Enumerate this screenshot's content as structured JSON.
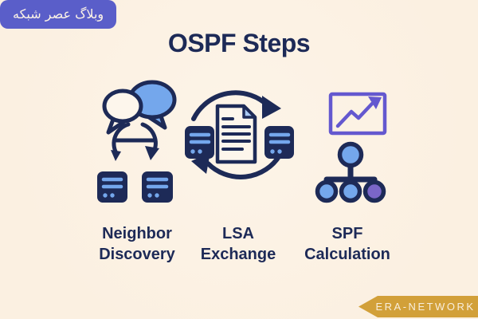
{
  "badge": {
    "text": "وبلاگ عصر شبکه"
  },
  "title": "OSPF Steps",
  "steps": [
    {
      "id": "neighbor-discovery",
      "label_lines": [
        "Neighbor",
        "Discovery"
      ],
      "icons": [
        "speech-bubbles-icon",
        "exchange-arrows-icon",
        "router-icon",
        "router-icon"
      ]
    },
    {
      "id": "lsa-exchange",
      "label_lines": [
        "LSA",
        "Exchange"
      ],
      "icons": [
        "sync-arrows-icon",
        "lsa-document-icon",
        "router-icon",
        "router-icon"
      ]
    },
    {
      "id": "spf-calculation",
      "label_lines": [
        "SPF",
        "Calculation"
      ],
      "icons": [
        "growth-chart-icon",
        "topology-tree-icon"
      ]
    }
  ],
  "watermark": {
    "text": "ERA-NETWORK"
  },
  "colors": {
    "background": "#fbf0e1",
    "navy": "#1d2a57",
    "light_blue": "#74a7ec",
    "pale_blue": "#a9c9f3",
    "purple": "#6458cf",
    "violet_node": "#7a66c8",
    "badge_indigo": "#5a5ec9",
    "ribbon_gold": "#d2a039",
    "paper": "#fdf6ec",
    "cream_text": "#f8eedd"
  }
}
